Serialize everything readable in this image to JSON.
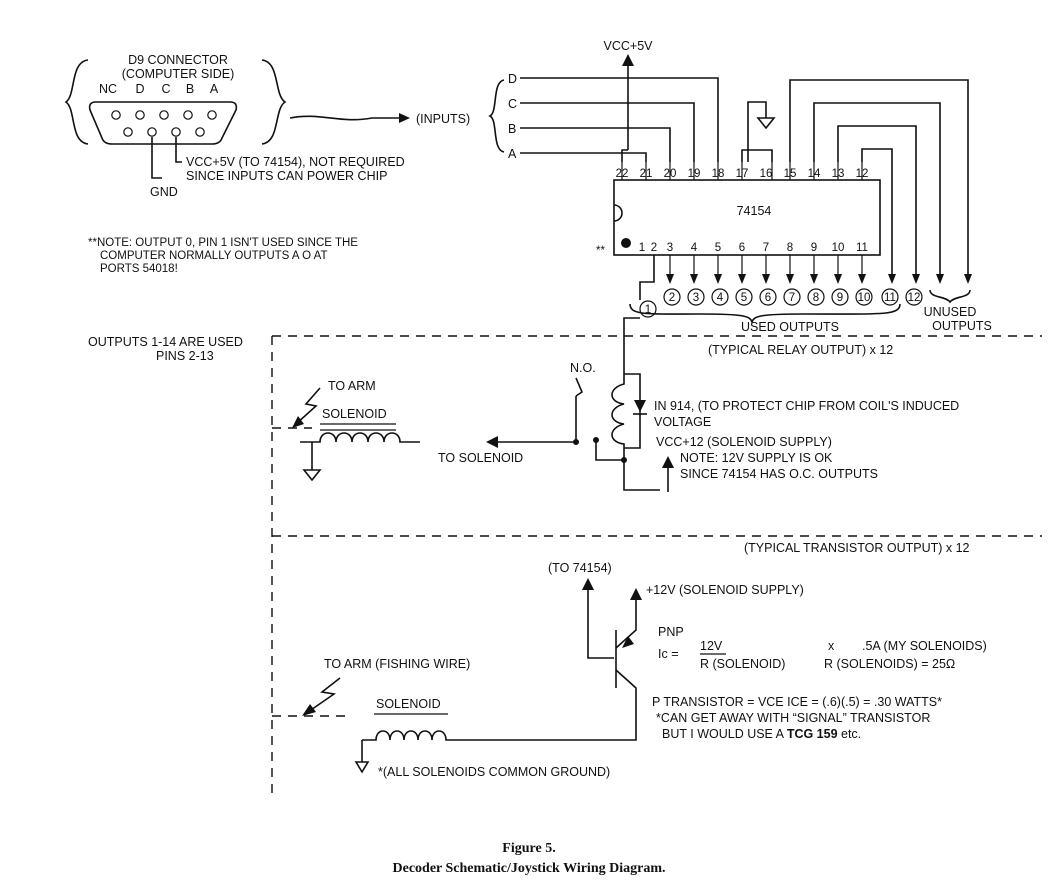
{
  "connector": {
    "title": "D9 CONNECTOR",
    "subtitle": "(COMPUTER SIDE)",
    "pins": [
      "NC",
      "D",
      "C",
      "B",
      "A"
    ],
    "inputs_label": "(INPUTS)",
    "vcc_note_1": "VCC+5V (TO 74154), NOT REQUIRED",
    "vcc_note_2": "SINCE INPUTS CAN POWER CHIP",
    "gnd_label": "GND"
  },
  "note": {
    "line1": "**NOTE: OUTPUT 0, PIN 1 ISN'T USED SINCE THE",
    "line2": "COMPUTER NORMALLY OUTPUTS A O AT",
    "line3": "PORTS 54018!",
    "marker": "**"
  },
  "chip": {
    "name": "74154",
    "vcc_label": "VCC+5V",
    "inputs": [
      "D",
      "C",
      "B",
      "A"
    ],
    "top_pins": [
      "22",
      "21",
      "20",
      "19",
      "18",
      "17",
      "16",
      "15",
      "14",
      "13",
      "12"
    ],
    "bottom_pins": [
      "1",
      "2",
      "3",
      "4",
      "5",
      "6",
      "7",
      "8",
      "9",
      "10",
      "11"
    ],
    "output_numbers": [
      "1",
      "2",
      "3",
      "4",
      "5",
      "6",
      "7",
      "8",
      "9",
      "10",
      "11",
      "12"
    ],
    "used_outputs_label": "USED OUTPUTS",
    "unused_outputs_1": "UNUSED",
    "unused_outputs_2": "OUTPUTS"
  },
  "outputs_used": {
    "line1": "OUTPUTS 1-14 ARE USED",
    "line2": "PINS 2-13"
  },
  "relay": {
    "header": "(TYPICAL RELAY OUTPUT) x 12",
    "to_arm": "TO ARM",
    "solenoid": "SOLENOID",
    "no_label": "N.O.",
    "to_solenoid": "TO SOLENOID",
    "diode_note_1": "IN 914, (TO PROTECT CHIP FROM COIL'S INDUCED",
    "diode_note_2": "VOLTAGE",
    "supply": "VCC+12 (SOLENOID SUPPLY)",
    "note_1": "NOTE: 12V SUPPLY IS OK",
    "note_2": "SINCE 74154 HAS O.C. OUTPUTS"
  },
  "transistor": {
    "header": "(TYPICAL TRANSISTOR OUTPUT) x 12",
    "to_chip": "(TO 74154)",
    "supply": "+12V (SOLENOID SUPPLY)",
    "type": "PNP",
    "ic_label": "Ic  =",
    "frac_num": "12V",
    "frac_den": "R (SOLENOID)",
    "times": "x",
    "current": ".5A (MY SOLENOIDS)",
    "resistance": "R (SOLENOIDS) = 25Ω",
    "power": "P TRANSISTOR = VCE ICE = (.6)(.5) = .30 WATTS*",
    "note_1": "*CAN GET AWAY WITH “SIGNAL” TRANSISTOR",
    "note_2_pre": "BUT I WOULD USE A ",
    "note_2_part": "TCG 159",
    "note_2_post": " etc.",
    "to_arm": "TO ARM (FISHING WIRE)",
    "solenoid": "SOLENOID",
    "ground_note": "*(ALL SOLENOIDS COMMON GROUND)"
  },
  "caption": {
    "figure": "Figure 5.",
    "title": "Decoder Schematic/Joystick Wiring Diagram."
  }
}
